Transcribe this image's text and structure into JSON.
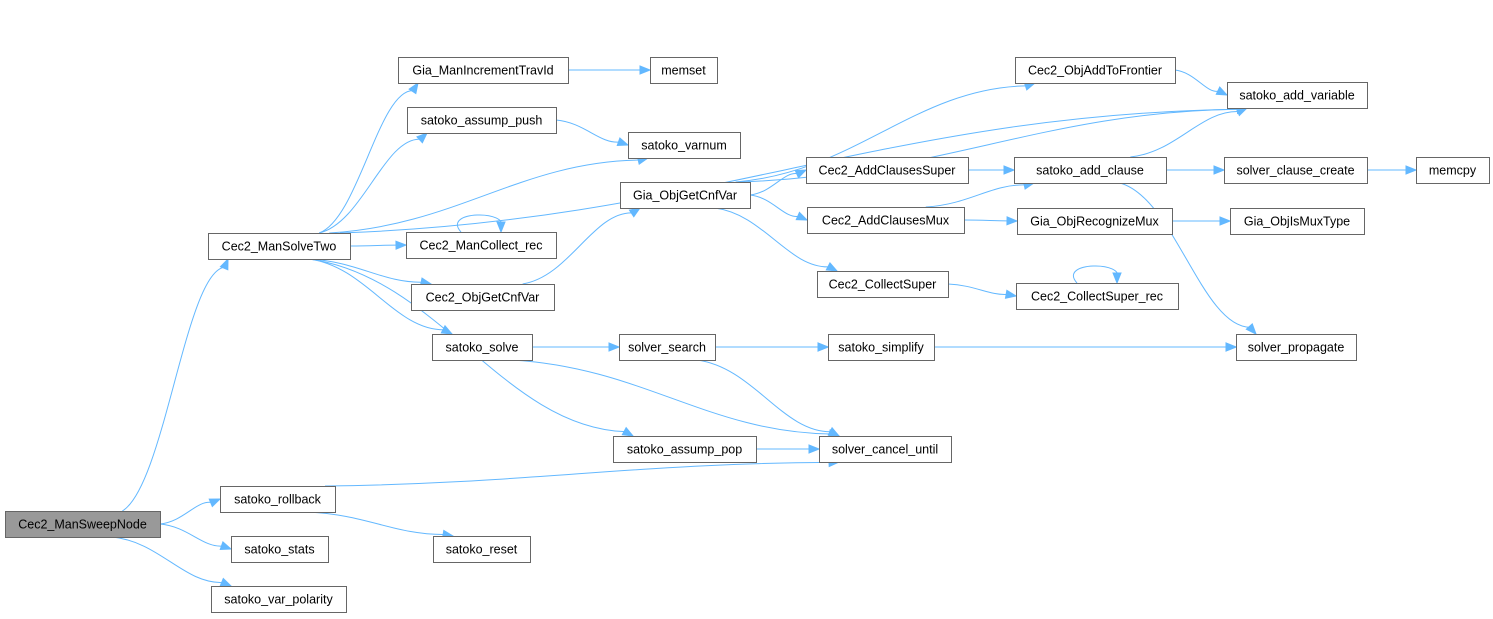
{
  "diagram": {
    "type": "call-graph",
    "edge_color": "#63b8ff",
    "root_fill": "#999999",
    "node_border": "#666666",
    "nodes": [
      {
        "id": "n0",
        "label": "Cec2_ManSweepNode",
        "root": true
      },
      {
        "id": "n1",
        "label": "Cec2_ManSolveTwo"
      },
      {
        "id": "n2",
        "label": "satoko_rollback"
      },
      {
        "id": "n3",
        "label": "satoko_stats"
      },
      {
        "id": "n4",
        "label": "satoko_var_polarity"
      },
      {
        "id": "n5",
        "label": "Gia_ManIncrementTravId"
      },
      {
        "id": "n6",
        "label": "memset"
      },
      {
        "id": "n7",
        "label": "satoko_assump_push"
      },
      {
        "id": "n8",
        "label": "satoko_varnum"
      },
      {
        "id": "n9",
        "label": "Cec2_ManCollect_rec"
      },
      {
        "id": "n10",
        "label": "Cec2_ObjGetCnfVar"
      },
      {
        "id": "n11",
        "label": "Gia_ObjGetCnfVar"
      },
      {
        "id": "n12",
        "label": "satoko_solve"
      },
      {
        "id": "n13",
        "label": "satoko_assump_pop"
      },
      {
        "id": "n14",
        "label": "satoko_reset"
      },
      {
        "id": "n15",
        "label": "solver_search"
      },
      {
        "id": "n16",
        "label": "satoko_simplify"
      },
      {
        "id": "n17",
        "label": "solver_cancel_until"
      },
      {
        "id": "n18",
        "label": "Cec2_ObjAddToFrontier"
      },
      {
        "id": "n19",
        "label": "satoko_add_variable"
      },
      {
        "id": "n20",
        "label": "Cec2_AddClausesSuper"
      },
      {
        "id": "n21",
        "label": "Cec2_AddClausesMux"
      },
      {
        "id": "n22",
        "label": "Cec2_CollectSuper"
      },
      {
        "id": "n23",
        "label": "satoko_add_clause"
      },
      {
        "id": "n24",
        "label": "Gia_ObjRecognizeMux"
      },
      {
        "id": "n25",
        "label": "Cec2_CollectSuper_rec"
      },
      {
        "id": "n26",
        "label": "solver_clause_create"
      },
      {
        "id": "n27",
        "label": "memcpy"
      },
      {
        "id": "n28",
        "label": "Gia_ObjIsMuxType"
      },
      {
        "id": "n29",
        "label": "solver_propagate"
      }
    ],
    "edges": [
      [
        "n0",
        "n1"
      ],
      [
        "n0",
        "n2"
      ],
      [
        "n0",
        "n3"
      ],
      [
        "n0",
        "n4"
      ],
      [
        "n1",
        "n19"
      ],
      [
        "n1",
        "n5"
      ],
      [
        "n1",
        "n7"
      ],
      [
        "n1",
        "n8"
      ],
      [
        "n1",
        "n9"
      ],
      [
        "n1",
        "n10"
      ],
      [
        "n1",
        "n12"
      ],
      [
        "n1",
        "n13"
      ],
      [
        "n2",
        "n17"
      ],
      [
        "n2",
        "n14"
      ],
      [
        "n5",
        "n6"
      ],
      [
        "n7",
        "n8"
      ],
      [
        "n9",
        "n9"
      ],
      [
        "n10",
        "n11"
      ],
      [
        "n11",
        "n18"
      ],
      [
        "n11",
        "n19"
      ],
      [
        "n11",
        "n20"
      ],
      [
        "n11",
        "n21"
      ],
      [
        "n11",
        "n22"
      ],
      [
        "n12",
        "n16"
      ],
      [
        "n12",
        "n15"
      ],
      [
        "n12",
        "n17"
      ],
      [
        "n13",
        "n17"
      ],
      [
        "n15",
        "n16"
      ],
      [
        "n15",
        "n29"
      ],
      [
        "n15",
        "n17"
      ],
      [
        "n16",
        "n29"
      ],
      [
        "n18",
        "n19"
      ],
      [
        "n20",
        "n23"
      ],
      [
        "n21",
        "n23"
      ],
      [
        "n21",
        "n24"
      ],
      [
        "n22",
        "n25"
      ],
      [
        "n25",
        "n25"
      ],
      [
        "n23",
        "n19"
      ],
      [
        "n23",
        "n26"
      ],
      [
        "n23",
        "n29"
      ],
      [
        "n24",
        "n28"
      ],
      [
        "n26",
        "n27"
      ]
    ]
  }
}
